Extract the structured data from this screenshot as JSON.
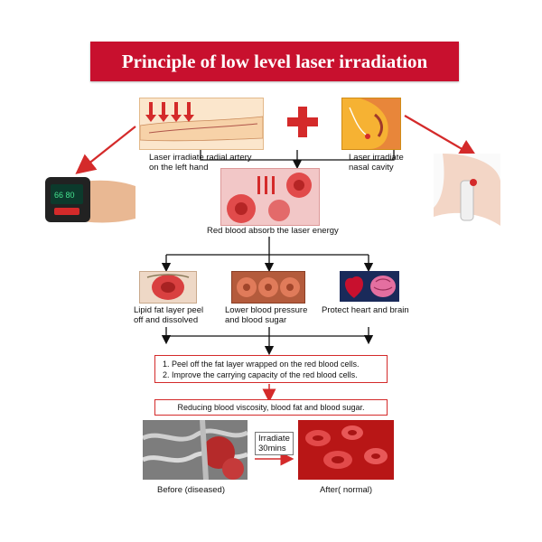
{
  "title": "Principle of low level laser irradiation",
  "top_left_label": [
    "Laser irradiate radial artery",
    "on the left hand"
  ],
  "top_right_label": [
    "Laser irradiate",
    "nasal cavity"
  ],
  "center_label": "Red blood absorb the laser energy",
  "effects": [
    [
      "Lipid fat layer peel",
      "off and dissolved"
    ],
    [
      "Lower blood pressure",
      "and blood sugar"
    ],
    [
      "Protect heart and brain"
    ]
  ],
  "benefits": [
    "1. Peel off the fat layer wrapped on the red blood cells.",
    "2. Improve the carrying capacity of the red blood cells."
  ],
  "result": "Reducing blood viscosity, blood fat and blood sugar.",
  "irradiate_label": [
    "Irradiate",
    "30mins"
  ],
  "before_label": "Before (diseased)",
  "after_label": "After( normal)",
  "colors": {
    "accent": "#c8102e",
    "box_border": "#d42a2a",
    "arrow": "#111111"
  },
  "icons": [
    "plus-icon",
    "wrist-device-icon",
    "nose-clip-icon"
  ]
}
